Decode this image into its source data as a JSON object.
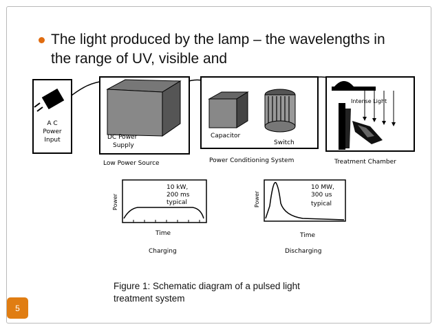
{
  "slide": {
    "bullet": "The light produced by the lamp – the wavelengths in the range of UV, visible and",
    "caption": "Figure 1: Schematic diagram of a pulsed light treatment system",
    "page_number": "5",
    "accent_color": "#e07d12"
  },
  "diagram": {
    "ac_input": [
      "A C",
      "Power",
      "Input"
    ],
    "dc_supply": [
      "DC Power",
      "Supply"
    ],
    "capacitor": "Capacitor",
    "switch": "Switch",
    "intense_light": "Intense Light",
    "stage_low": "Low Power Source",
    "stage_conditioning": "Power Conditioning System",
    "stage_chamber": "Treatment Chamber",
    "charging": {
      "ylabel": "Power",
      "xlabel": "Time",
      "spec": [
        "10 kW,",
        "200 ms",
        "typical"
      ],
      "title": "Charging"
    },
    "discharging": {
      "ylabel": "Power",
      "xlabel": "Time",
      "spec": [
        "10 MW,",
        "300 us",
        "typical"
      ],
      "title": "Discharging"
    }
  }
}
